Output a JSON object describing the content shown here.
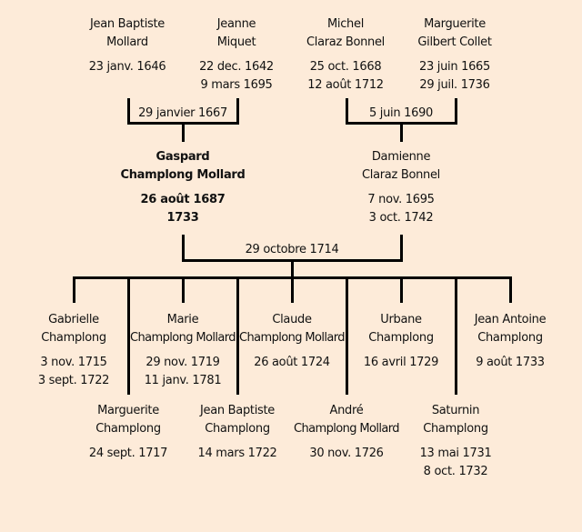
{
  "grandparents": [
    {
      "given": "Jean Baptiste",
      "surname": "Mollard",
      "birth": "23 janv. 1646",
      "death": ""
    },
    {
      "given": "Jeanne",
      "surname": "Miquet",
      "birth": "22 dec. 1642",
      "death": "9 mars 1695"
    },
    {
      "given": "Michel",
      "surname": "Claraz Bonnel",
      "birth": "25 oct. 1668",
      "death": "12 août 1712"
    },
    {
      "given": "Marguerite",
      "surname": "Gilbert Collet",
      "birth": "23 juin 1665",
      "death": "29 juil. 1736"
    }
  ],
  "grandparent_marriages": [
    "29 janvier 1667",
    "5 juin 1690"
  ],
  "parents": [
    {
      "given": "Gaspard",
      "surname": "Champlong Mollard",
      "birth": "26 août 1687",
      "death": "1733",
      "focus": true
    },
    {
      "given": "Damienne",
      "surname": "Claraz Bonnel",
      "birth": "7 nov. 1695",
      "death": "3 oct. 1742"
    }
  ],
  "parent_marriage": "29 octobre 1714",
  "children": [
    {
      "given": "Gabrielle",
      "surname": "Champlong",
      "birth": "3 nov. 1715",
      "death": "3 sept. 1722"
    },
    {
      "given": "Marguerite",
      "surname": "Champlong",
      "birth": "24 sept. 1717",
      "death": ""
    },
    {
      "given": "Marie",
      "surname": "Champlong Mollard",
      "birth": "29 nov. 1719",
      "death": "11 janv. 1781"
    },
    {
      "given": "Jean Baptiste",
      "surname": "Champlong",
      "birth": "14 mars 1722",
      "death": ""
    },
    {
      "given": "Claude",
      "surname": "Champlong Mollard",
      "birth": "26 août 1724",
      "death": ""
    },
    {
      "given": "André",
      "surname": "Champlong Mollard",
      "birth": "30 nov. 1726",
      "death": ""
    },
    {
      "given": "Urbane",
      "surname": "Champlong",
      "birth": "16 avril 1729",
      "death": ""
    },
    {
      "given": "Saturnin",
      "surname": "Champlong",
      "birth": "13 mai 1731",
      "death": "8 oct. 1732"
    },
    {
      "given": "Jean Antoine",
      "surname": "Champlong",
      "birth": "9 août 1733",
      "death": ""
    }
  ]
}
